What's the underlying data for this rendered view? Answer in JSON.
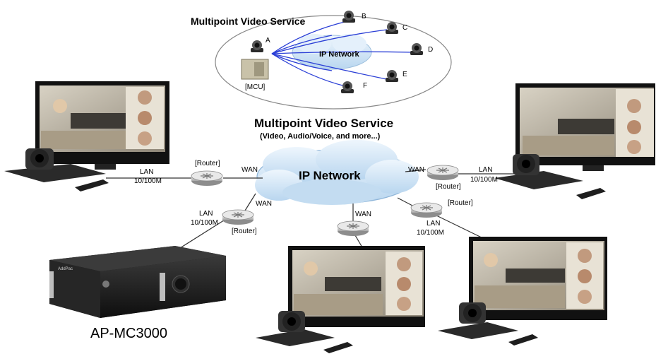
{
  "inset": {
    "title": "Multipoint Video Service",
    "center_label": "IP Network",
    "mcu_label": "[MCU]",
    "endpoints": [
      "A",
      "B",
      "C",
      "D",
      "E",
      "F"
    ]
  },
  "main": {
    "title": "Multipoint Video Service",
    "subtitle": "(Video, Audio/Voice, and more...)",
    "cloud_label": "IP Network",
    "links": [
      {
        "router": "[Router]",
        "wan": "WAN",
        "lan": "LAN",
        "speed": "10/100M"
      },
      {
        "router": "[Router]",
        "wan": "WAN",
        "lan": "LAN",
        "speed": "10/100M"
      },
      {
        "router": "[Router]",
        "wan": "WAN",
        "lan": "LAN",
        "speed": "10/100M"
      },
      {
        "wan": "WAN"
      },
      {
        "router": "[Router]",
        "lan": "LAN",
        "speed": "10/100M"
      }
    ]
  },
  "device": {
    "model": "AP-MC3000",
    "front_label": "AddPac"
  },
  "colors": {
    "cloud": "#cfe3f5",
    "cloud_edge": "#8fb6d9",
    "link_blue": "#2b3fd6",
    "screen_bezel": "#111111"
  }
}
